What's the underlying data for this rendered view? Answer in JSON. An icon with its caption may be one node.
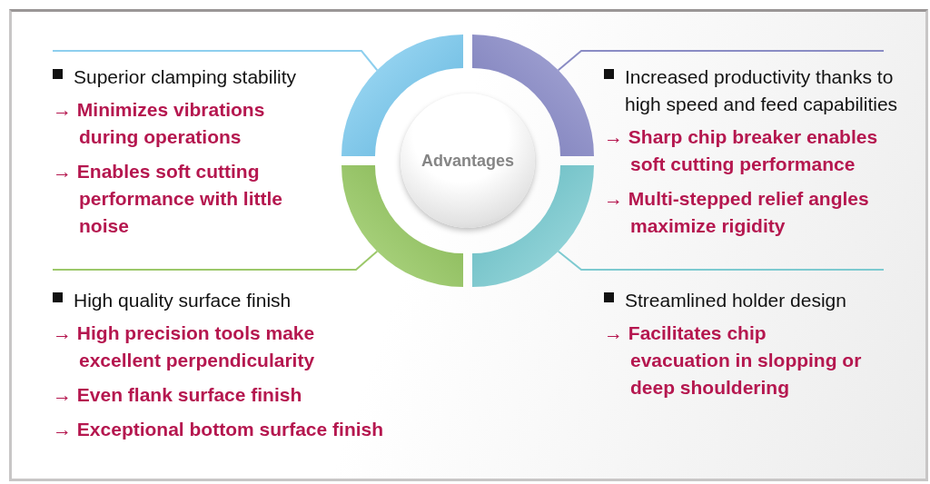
{
  "diagram": {
    "nodes": [
      {
        "text": [
          "Superior clamping stability",
          "→ Minimizes vibrations during operations",
          "→ Enables soft cutting performance with little noise"
        ]
      },
      {
        "text": [
          "Increased productivity thanks to high speed and feed capabilities",
          "→ Sharp chip breaker enables soft cutting performance",
          "→ Multi-stepped relief angles maximize rigidity"
        ]
      },
      {
        "text": [
          "Advantages"
        ]
      },
      {
        "text": [],
        "shape": "arc"
      },
      {
        "text": [],
        "shape": "arc"
      },
      {
        "text": [],
        "shape": "arc"
      },
      {
        "text": [],
        "shape": "arc"
      },
      {
        "text": [
          "High quality surface finish",
          "→ High precision tools make excellent perpendicularity",
          "→ Even flank surface finish",
          "→ Exceptional bottom surface finish"
        ]
      },
      {
        "text": [
          "Streamlined holder design",
          "→ Facilitates chip evacuation in slopping or deep shouldering"
        ]
      }
    ],
    "edges": [
      {
        "from": 0,
        "to": 3,
        "arrow": "none",
        "color": "#8ecfee"
      },
      {
        "from": 1,
        "to": 4,
        "arrow": "none",
        "color": "#8a8cc4"
      },
      {
        "from": 7,
        "to": 5,
        "arrow": "none",
        "color": "#9cc86a"
      },
      {
        "from": 8,
        "to": 6,
        "arrow": "none",
        "color": "#7dcad0"
      }
    ]
  }
}
